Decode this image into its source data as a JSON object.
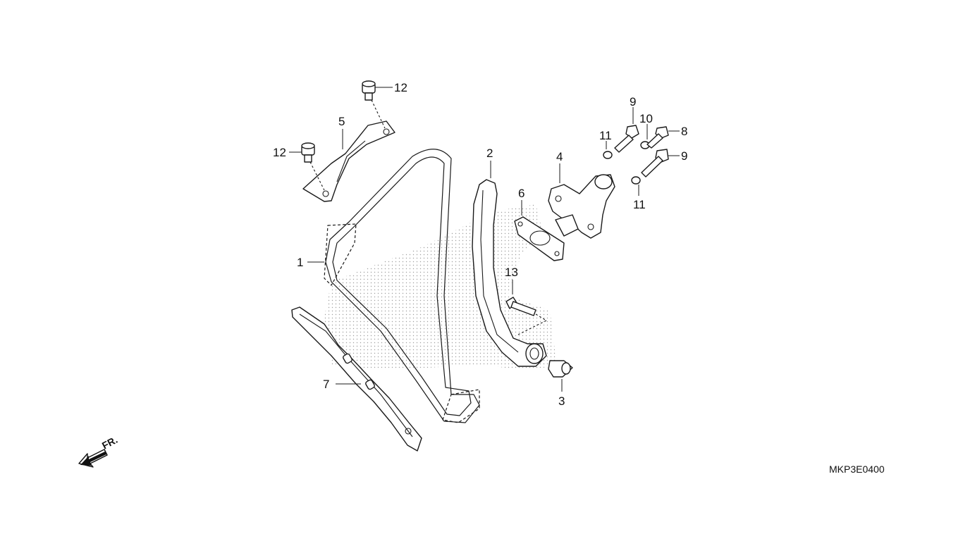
{
  "diagram": {
    "diagram_code": "MKP3E0400",
    "direction_indicator": "FR.",
    "callouts": {
      "cam_chain": "1",
      "tensioner_arm": "2",
      "collar": "3",
      "tensioner_lifter": "4",
      "chain_guide_plate": "5",
      "tensioner_gasket": "6",
      "chain_guide": "7",
      "bolt_8": "8",
      "bolt_9_top": "9",
      "bolt_9_right": "9",
      "washer_10": "10",
      "washer_11_top": "11",
      "washer_11_bottom": "11",
      "bolt_12_top": "12",
      "bolt_12_left": "12",
      "pivot_bolt": "13"
    }
  }
}
